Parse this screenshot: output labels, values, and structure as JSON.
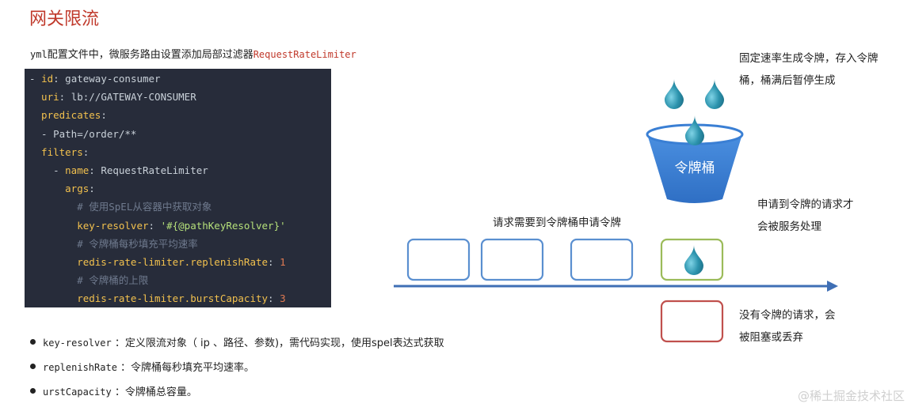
{
  "title": "网关限流",
  "intro": {
    "prefix": "yml",
    "text": "配置文件中，微服务路由设置添加局部过滤器",
    "highlight": "RequestRateLimiter"
  },
  "code_lines": [
    [
      {
        "t": "- ",
        "c": "p"
      },
      {
        "t": "id",
        "c": "k"
      },
      {
        "t": ": gateway-consumer",
        "c": "v"
      }
    ],
    [
      {
        "t": "  uri",
        "c": "k"
      },
      {
        "t": ": lb://GATEWAY-CONSUMER",
        "c": "v"
      }
    ],
    [
      {
        "t": "  predicates",
        "c": "k"
      },
      {
        "t": ":",
        "c": "p"
      }
    ],
    [
      {
        "t": "  - Path=/order/**",
        "c": "v"
      }
    ],
    [
      {
        "t": "  filters",
        "c": "k"
      },
      {
        "t": ":",
        "c": "p"
      }
    ],
    [
      {
        "t": "    - ",
        "c": "p"
      },
      {
        "t": "name",
        "c": "k"
      },
      {
        "t": ": RequestRateLimiter",
        "c": "v"
      }
    ],
    [
      {
        "t": "      args",
        "c": "k"
      },
      {
        "t": ":",
        "c": "p"
      }
    ],
    [
      {
        "t": "        # 使用SpEL从容器中获取对象",
        "c": "c"
      }
    ],
    [
      {
        "t": "        key-resolver",
        "c": "k"
      },
      {
        "t": ": ",
        "c": "p"
      },
      {
        "t": "'#{@pathKeyResolver}'",
        "c": "s"
      }
    ],
    [
      {
        "t": "        # 令牌桶每秒填充平均速率",
        "c": "c"
      }
    ],
    [
      {
        "t": "        redis-rate-limiter.replenishRate",
        "c": "k"
      },
      {
        "t": ": ",
        "c": "p"
      },
      {
        "t": "1",
        "c": "n"
      }
    ],
    [
      {
        "t": "        # 令牌桶的上限",
        "c": "c"
      }
    ],
    [
      {
        "t": "        redis-rate-limiter.burstCapacity",
        "c": "k"
      },
      {
        "t": ": ",
        "c": "p"
      },
      {
        "t": "3",
        "c": "n"
      }
    ]
  ],
  "bullets": [
    {
      "key": "key-resolver",
      "text": " ：定义限流对象（ ip 、路径、参数)，需代码实现，使用spel表达式获取"
    },
    {
      "key": "replenishRate",
      "text": " ：令牌桶每秒填充平均速率。"
    },
    {
      "key": "urstCapacity",
      "text": " ：令牌桶总容量。"
    }
  ],
  "diagram": {
    "bucket_label": "令牌桶",
    "note_fill": [
      "固定速率生成令牌，存入令牌",
      "桶，桶满后暂停生成"
    ],
    "note_request": "请求需要到令牌桶申请令牌",
    "note_pass": [
      "申请到令牌的请求才",
      "会被服务处理"
    ],
    "note_reject": [
      "没有令牌的请求，会",
      "被阻塞或丢弃"
    ],
    "colors": {
      "arrow": "#3f6fb5",
      "request_box": "#5a8fd0",
      "accepted_box": "#9bbb59",
      "rejected_box": "#c0504d",
      "token": "#2c93ad",
      "bucket": "#3a7fd4"
    }
  },
  "watermark": "@稀土掘金技术社区"
}
